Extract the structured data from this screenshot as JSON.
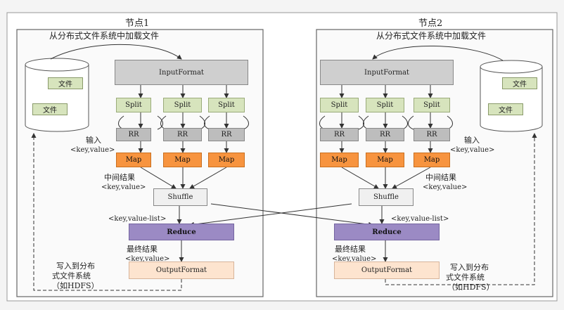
{
  "node1": {
    "title": "节点1",
    "load_label": "从分布式文件系统中加载文件",
    "input_format": "InputFormat",
    "splits": [
      "Split",
      "Split",
      "Split"
    ],
    "rrs": [
      "RR",
      "RR",
      "RR"
    ],
    "maps": [
      "Map",
      "Map",
      "Map"
    ],
    "input_label": "输入",
    "input_kv": "<key,value>",
    "mid_label": "中间结果",
    "mid_kv": "<key,value>",
    "shuffle": "Shuffle",
    "kvlist": "<key,value-list>",
    "reduce": "Reduce",
    "final_label": "最终结果",
    "final_kv": "<key,value>",
    "output_format": "OutputFormat",
    "write_label_1": "写入到分布",
    "write_label_2": "式文件系统",
    "write_label_3": "（如HDFS）",
    "files": [
      "文件",
      "文件"
    ]
  },
  "node2": {
    "title": "节点2",
    "load_label": "从分布式文件系统中加载文件",
    "input_format": "InputFormat",
    "splits": [
      "Split",
      "Split",
      "Split"
    ],
    "rrs": [
      "RR",
      "RR",
      "RR"
    ],
    "maps": [
      "Map",
      "Map",
      "Map"
    ],
    "input_label": "输入",
    "input_kv": "<key,value>",
    "mid_label": "中间结果",
    "mid_kv": "<key,value>",
    "shuffle": "Shuffle",
    "kvlist": "<key,value-list>",
    "reduce": "Reduce",
    "final_label": "最终结果",
    "final_kv": "<key,value>",
    "output_format": "OutputFormat",
    "write_label_1": "写入到分布",
    "write_label_2": "式文件系统",
    "write_label_3": "（如HDFS）",
    "files": [
      "文件",
      "文件"
    ]
  }
}
